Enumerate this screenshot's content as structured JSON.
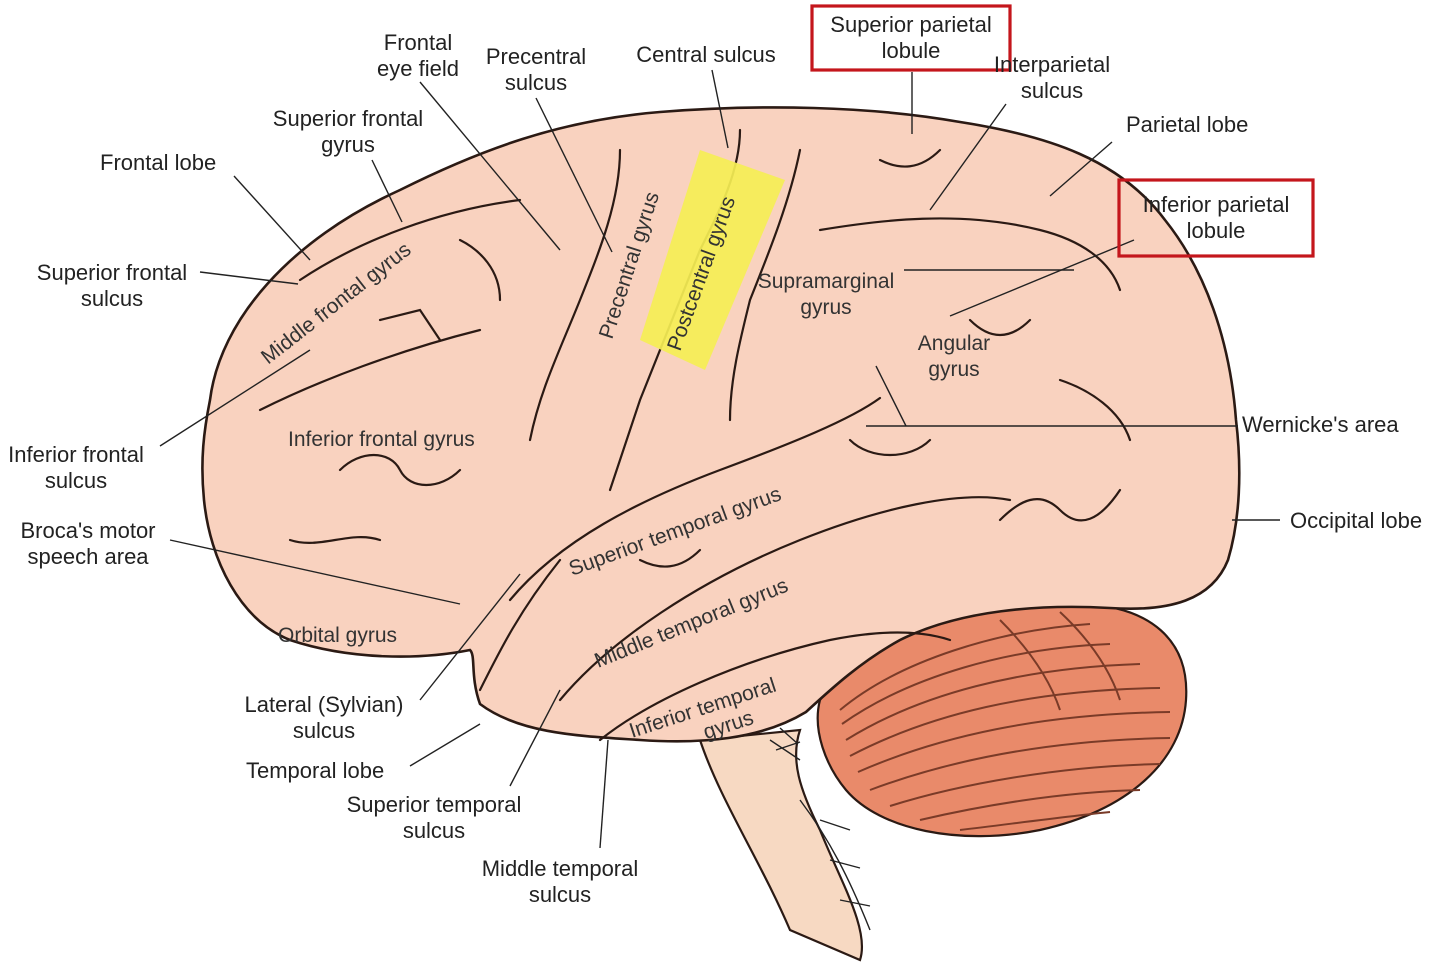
{
  "colors": {
    "cortex": "#f9d2bf",
    "cortex_outline": "#2b1a14",
    "cerebellum": "#e98a6a",
    "brainstem": "#f7d9c2",
    "highlight_yellow": "#f5ee55",
    "box_red": "#c4161c"
  },
  "outer_labels": {
    "frontal_eye_field": [
      "Frontal",
      "eye field"
    ],
    "precentral_sulcus": [
      "Precentral",
      "sulcus"
    ],
    "central_sulcus": "Central sulcus",
    "superior_parietal_lobule": [
      "Superior parietal",
      "lobule"
    ],
    "interparietal_sulcus": [
      "Interparietal",
      "sulcus"
    ],
    "parietal_lobe": "Parietal lobe",
    "inferior_parietal_lobule": [
      "Inferior parietal",
      "lobule"
    ],
    "superior_frontal_gyrus": [
      "Superior frontal",
      "gyrus"
    ],
    "frontal_lobe": "Frontal lobe",
    "superior_frontal_sulcus": [
      "Superior frontal",
      "sulcus"
    ],
    "inferior_frontal_sulcus": [
      "Inferior frontal",
      "sulcus"
    ],
    "brocas_area": [
      "Broca's motor",
      "speech area"
    ],
    "wernickes_area": "Wernicke's area",
    "occipital_lobe": "Occipital lobe",
    "lateral_sulcus": [
      "Lateral (Sylvian)",
      "sulcus"
    ],
    "temporal_lobe": "Temporal lobe",
    "superior_temporal_sulcus": [
      "Superior temporal",
      "sulcus"
    ],
    "middle_temporal_sulcus": [
      "Middle temporal",
      "sulcus"
    ]
  },
  "inner_labels": {
    "middle_frontal_gyrus": "Middle frontal gyrus",
    "precentral_gyrus": "Precentral gyrus",
    "postcentral_gyrus": "Postcentral gyrus",
    "supramarginal_gyrus": [
      "Supramarginal",
      "gyrus"
    ],
    "angular_gyrus": [
      "Angular",
      "gyrus"
    ],
    "inferior_frontal_gyrus": "Inferior frontal gyrus",
    "superior_temporal_gyrus": "Superior temporal gyrus",
    "middle_temporal_gyrus": "Middle temporal gyrus",
    "inferior_temporal_gyrus": [
      "Inferior temporal",
      "gyrus"
    ],
    "orbital_gyrus": "Orbital gyrus"
  }
}
